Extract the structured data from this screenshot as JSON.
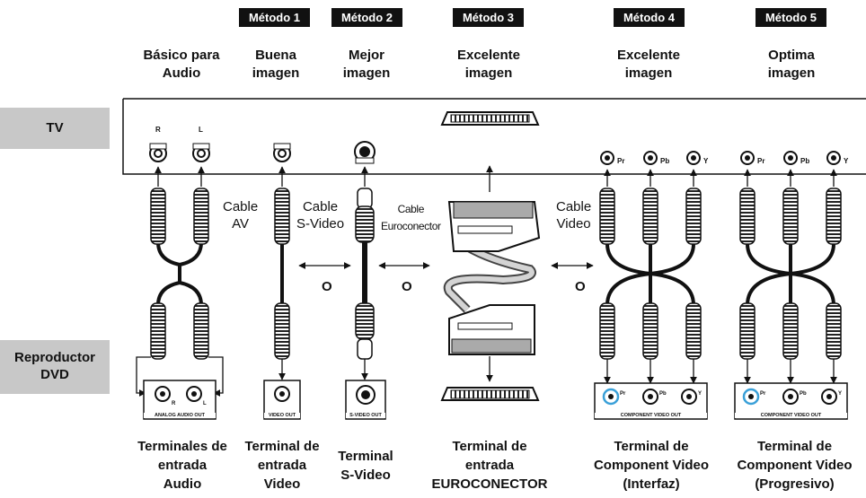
{
  "badges": [
    "Método 1",
    "Método 2",
    "Método 3",
    "Método 4",
    "Método 5"
  ],
  "headings": [
    "Básico para\nAudio",
    "Buena\nimagen",
    "Mejor\nimagen",
    "Excelente\nimagen",
    "Excelente\nimagen",
    "Optima\nimagen"
  ],
  "side_labels": {
    "tv": "TV",
    "dvd": "Reproductor\nDVD"
  },
  "cable_labels": {
    "av": "Cable\nAV",
    "svideo": "Cable\nS-Video",
    "euro": "Cable\nEuroconector",
    "video": "Cable\nVideo"
  },
  "or_label": "O",
  "tv_port_labels": {
    "r": "R",
    "l": "L",
    "pr": "Pr",
    "pb": "Pb",
    "y": "Y"
  },
  "dvd_box_labels": {
    "audio": "ANALOG AUDIO OUT",
    "video": "VIDEO OUT",
    "svideo": "S-VIDEO OUT",
    "comp1": "COMPONENT VIDEO OUT",
    "comp2": "COMPONENT VIDEO OUT"
  },
  "bottom_labels": [
    "Terminales de\nentrada\nAudio",
    "Terminal de\nentrada\nVideo",
    "Terminal\nS-Video",
    "Terminal de\nentrada\nEUROCONECTOR",
    "Terminal de\nComponent Video\n(Interfaz)",
    "Terminal de\nComponent Video\n(Progresivo)"
  ]
}
